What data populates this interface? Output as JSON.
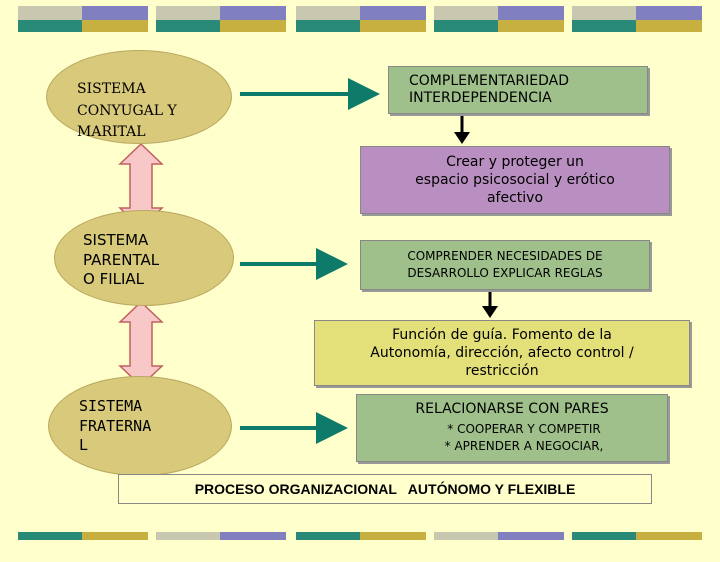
{
  "colors": {
    "background": "#ffffcc",
    "ellipse": "#d9c97a",
    "green_box": "#9fc08b",
    "purple_box": "#b88fc0",
    "yellow_box": "#e3e07a",
    "arrow": "#0d7a6a",
    "double_arrow_fill": "#f8c8c8",
    "double_arrow_stroke": "#c06060",
    "stripe_gray": "#c8c8b0",
    "stripe_purple": "#8080c0",
    "stripe_teal": "#2a8a78",
    "stripe_gold": "#c8b040"
  },
  "nodes": {
    "conyugal": "SISTEMA\nCONYUGAL Y\n   MARITAL",
    "parental": "SISTEMA\nPARENTAL\nO  FILIAL",
    "fraterna": "SISTEMA\nFRATERNA\nL",
    "complementariedad": "COMPLEMENTARIEDAD\nINTERDEPENDENCIA",
    "crear": "Crear y proteger un\nespacio psicosocial y erótico\nafectivo",
    "comprender": "COMPRENDER  NECESIDADES DE\nDESARROLLO  EXPLICAR REGLAS",
    "funcion": "Función de guía. Fomento de la\nAutonomía, dirección, afecto control /\nrestricción",
    "relacionarse_title": "RELACIONARSE CON PARES",
    "relacionarse_items": [
      "*  COOPERAR  Y COMPETIR",
      "*   APRENDER A NEGOCIAR,"
    ],
    "proceso": "PROCESO ORGANIZACIONAL   AUTÓNOMO Y FLEXIBLE"
  }
}
